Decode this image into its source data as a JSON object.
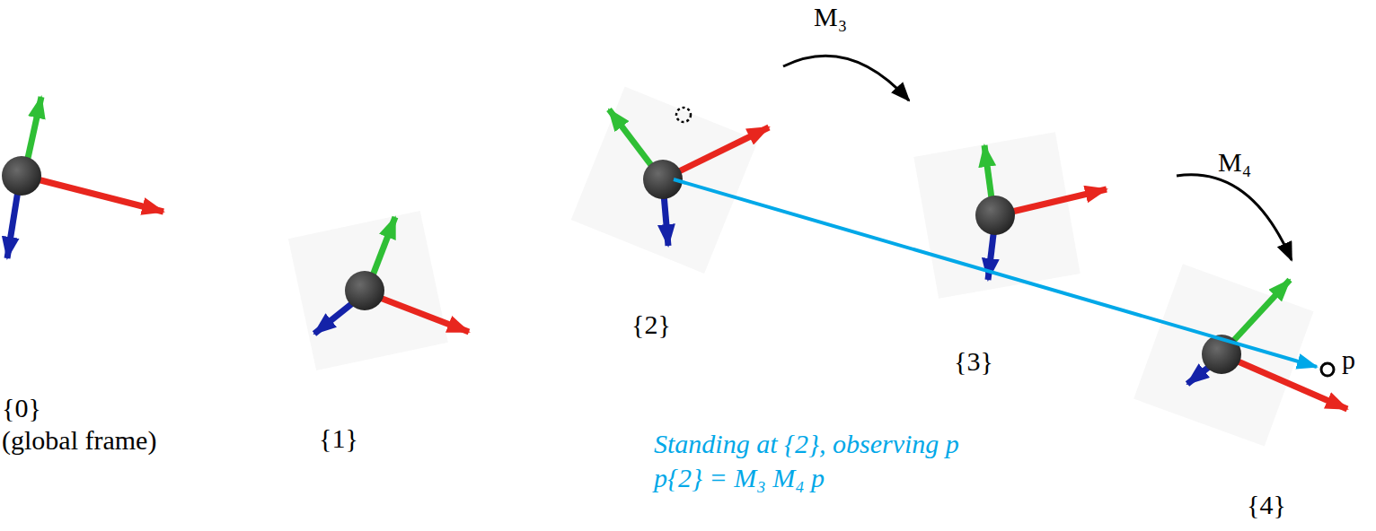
{
  "diagram": {
    "labels": [
      "{0}",
      "(global frame)",
      "{1}",
      "{2}",
      "{3}",
      "{4}",
      "M₃",
      "M₄",
      "p",
      "Standing at {2}, observing p",
      "p{2} = M₃ M₄ p"
    ]
  }
}
